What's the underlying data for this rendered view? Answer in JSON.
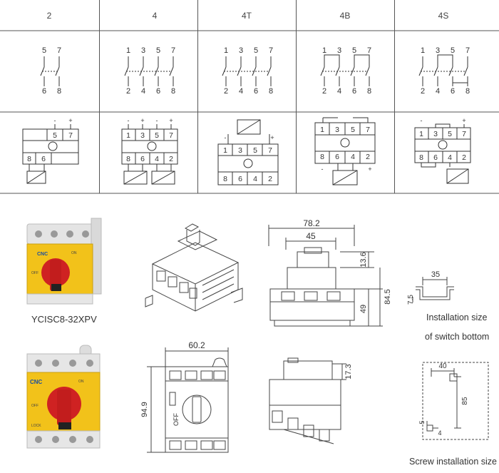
{
  "table": {
    "headers": [
      "2",
      "4",
      "4T",
      "4B",
      "4S"
    ]
  },
  "dimensions": {
    "top_width_outer": "78.2",
    "top_width_inner": "45",
    "height_small": "13.6",
    "height_total": "84.5",
    "height_body": "49",
    "front_width": "60.2",
    "front_height": "94.9",
    "side_small": "17.3",
    "rail_width": "35",
    "rail_height": "7.5",
    "screw_width": "40",
    "screw_height": "85",
    "screw_small_a": "5",
    "screw_small_b": "4"
  },
  "labels": {
    "model": "YCISC8-32XPV",
    "install_bottom_1": "Installation size",
    "install_bottom_2": "of switch bottom",
    "screw_install": "Screw installation size",
    "brand": "CNC",
    "on": "ON",
    "off": "OFF",
    "lock": "LOCK"
  },
  "colors": {
    "yellow": "#f5c518",
    "red": "#d42323",
    "line": "#333333",
    "grid": "#555555"
  }
}
